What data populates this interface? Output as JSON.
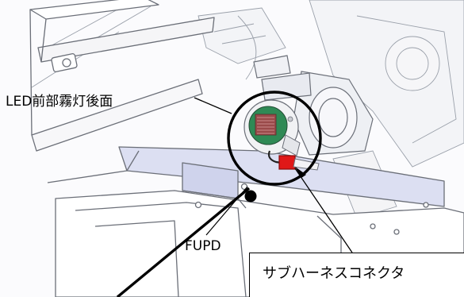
{
  "labels": {
    "led_rear_face": "LED前部霧灯後面",
    "fupd": "FUPD",
    "sub_harness_connector": "サブハーネスコネクタ"
  },
  "colors": {
    "line_art": "#6b6f78",
    "bracket_fill": "#d9dcf0",
    "pcb_green": "#2f8a55",
    "heatsink_red": "#9a4a4a",
    "connector_red": "#e01818",
    "callout": "#000000"
  }
}
